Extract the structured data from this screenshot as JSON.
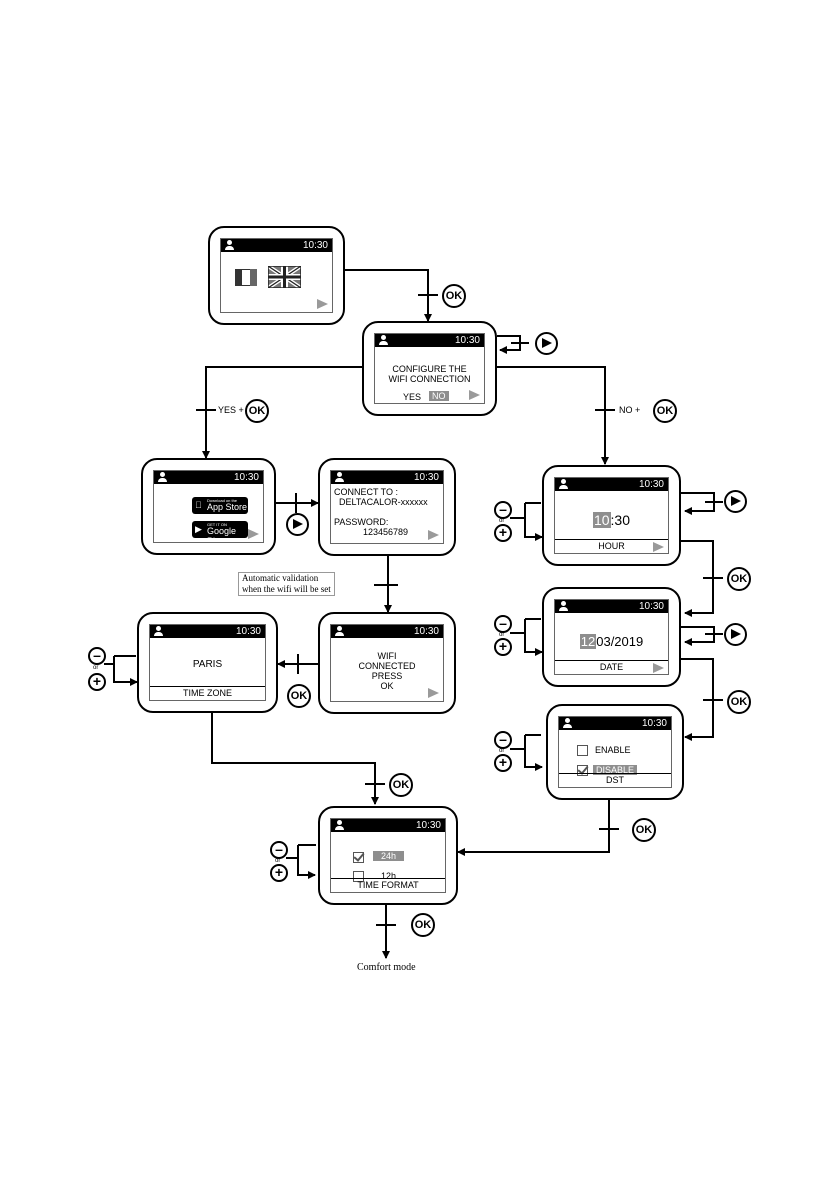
{
  "screens": {
    "language": {
      "time": "10:30"
    },
    "wifi_config": {
      "time": "10:30",
      "line1": "CONFIGURE THE",
      "line2": "WIFI CONNECTION",
      "yes": "YES",
      "no": "NO"
    },
    "app_download": {
      "time": "10:30",
      "app_store_small": "Download on the",
      "app_store": "App Store",
      "google_play_small": "GET IT ON",
      "google_play": "Google Play"
    },
    "connect": {
      "time": "10:30",
      "connect_to": "CONNECT TO :",
      "network": "DELTACALOR-xxxxxx",
      "password_label": "PASSWORD:",
      "password": "123456789"
    },
    "wifi_connected": {
      "time": "10:30",
      "line1": "WIFI",
      "line2": "CONNECTED",
      "line3": "PRESS",
      "line4": "OK"
    },
    "time_zone": {
      "time": "10:30",
      "value": "PARIS",
      "footer": "TIME ZONE"
    },
    "hour": {
      "time": "10:30",
      "hour_highlight": "10",
      "rest": ":30",
      "footer": "HOUR"
    },
    "date": {
      "time": "10:30",
      "day_highlight": "12",
      "rest": "03/2019",
      "footer": "DATE"
    },
    "dst": {
      "time": "10:30",
      "enable": "ENABLE",
      "disable": "DISABLE",
      "footer": "DST"
    },
    "time_format": {
      "time": "10:30",
      "opt1": "24h",
      "opt2": "12h",
      "footer": "TIME FORMAT"
    }
  },
  "flow": {
    "ok_label": "OK",
    "or_label": "or",
    "yes_ok": "YES +",
    "no_ok": "NO +",
    "note_line1": "Automatic validation",
    "note_line2": "when the wifi will be set",
    "end_label": "Comfort mode"
  },
  "colors": {
    "highlight": "#8e8e8e",
    "nav_arrow": "#9a9a9a",
    "background": "#ffffff"
  }
}
